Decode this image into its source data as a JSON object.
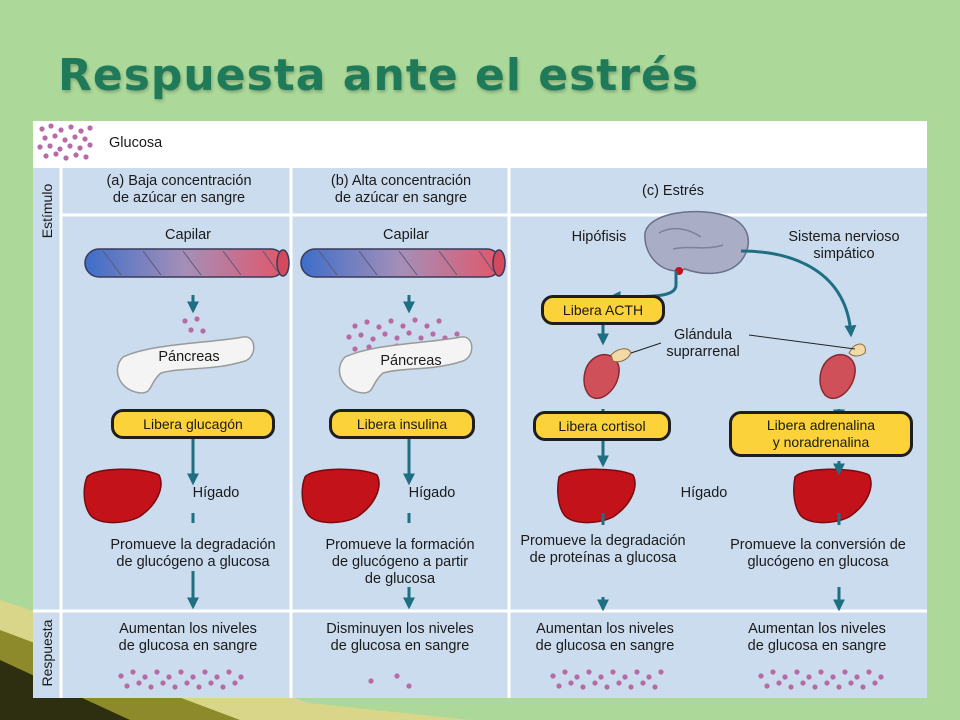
{
  "slide": {
    "title": "Respuesta ante el estrés"
  },
  "figure": {
    "legend": "Glucosa",
    "row_labels": {
      "stimulus": "Estímulo",
      "response": "Respuesta"
    },
    "col_a": {
      "header": [
        "(a) Baja concentración",
        "de azúcar en sangre"
      ],
      "capillary": "Capilar",
      "pancreas": "Páncreas",
      "box": "Libera glucagón",
      "liver": "Hígado",
      "effect": [
        "Promueve la degradación",
        "de glucógeno a glucosa"
      ],
      "response": [
        "Aumentan los niveles",
        "de glucosa en sangre"
      ]
    },
    "col_b": {
      "header": [
        "(b) Alta concentración",
        "de azúcar en sangre"
      ],
      "capillary": "Capilar",
      "pancreas": "Páncreas",
      "box": "Libera insulina",
      "liver": "Hígado",
      "effect": [
        "Promueve la formación",
        "de glucógeno a partir",
        "de glucosa"
      ],
      "response": [
        "Disminuyen los niveles",
        "de glucosa en sangre"
      ]
    },
    "col_c": {
      "header": "(c) Estrés",
      "pituitary": "Hipófisis",
      "sympathetic": [
        "Sistema nervioso",
        "simpático"
      ],
      "box_acth": "Libera ACTH",
      "adrenal": [
        "Glándula",
        "suprarrenal"
      ],
      "box_cortisol": "Libera cortisol",
      "box_adrenaline": [
        "Libera adrenalina",
        "y noradrenalina"
      ],
      "liver": "Hígado",
      "effect_left": [
        "Promueve la degradación",
        "de proteínas a glucosa"
      ],
      "effect_right": [
        "Promueve la conversión de",
        "glucógeno en glucosa"
      ],
      "response_left": [
        "Aumentan los niveles",
        "de glucosa en sangre"
      ],
      "response_right": [
        "Aumentan los niveles",
        "de glucosa en sangre"
      ]
    },
    "colors": {
      "panel": "#cbdcee",
      "box": "#fcd23a",
      "arrow": "#1f6f82",
      "glucose": "#b86aa5",
      "liver": "#c4121a"
    }
  }
}
